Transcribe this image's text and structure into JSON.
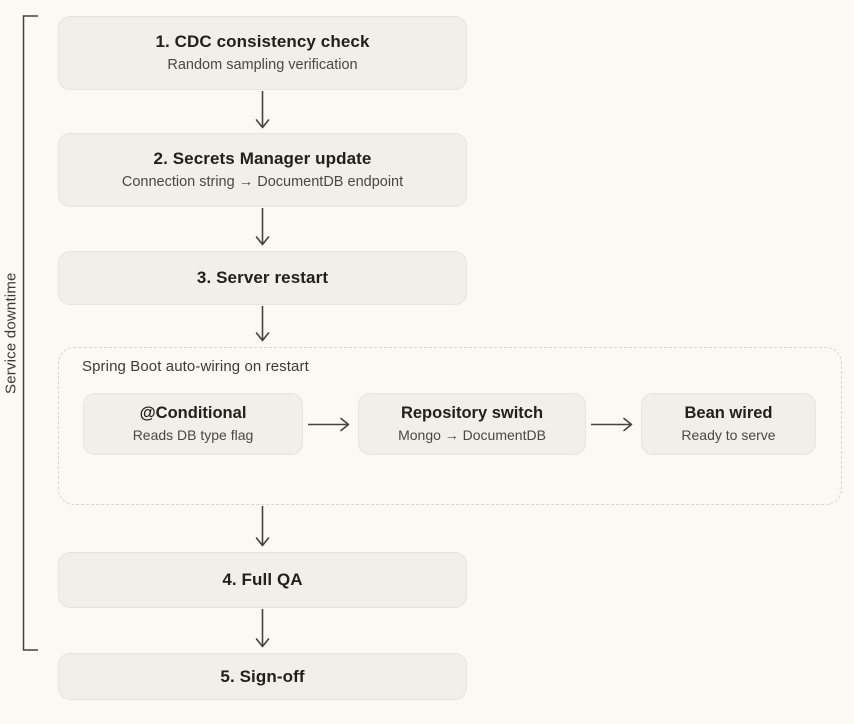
{
  "bracket": {
    "label": "Service downtime"
  },
  "flow": {
    "steps": [
      {
        "title": "1. CDC consistency check",
        "subtitle": "Random sampling verification"
      },
      {
        "title": "2. Secrets Manager update",
        "subtitle": "Connection string → DocumentDB endpoint"
      },
      {
        "title": "3. Server restart"
      },
      {
        "title": "4. Full QA"
      },
      {
        "title": "5. Sign-off"
      }
    ]
  },
  "group": {
    "label": "Spring Boot auto-wiring on restart",
    "nodes": [
      {
        "title": "@Conditional",
        "subtitle": "Reads DB type flag"
      },
      {
        "title": "Repository switch",
        "subtitle": "Mongo → DocumentDB"
      },
      {
        "title": "Bean wired",
        "subtitle": "Ready to serve"
      }
    ]
  },
  "icons": {
    "arrow_down": "↓",
    "arrow_right": "→"
  },
  "colors": {
    "page_background": "#faf9f4",
    "box_fill": "#f0efe8",
    "box_border": "#e7e5db",
    "dashed_border": "#d8d5ca",
    "title_text": "#21201d",
    "subtitle_text": "#4a4841",
    "line_stroke": "#45433e"
  }
}
